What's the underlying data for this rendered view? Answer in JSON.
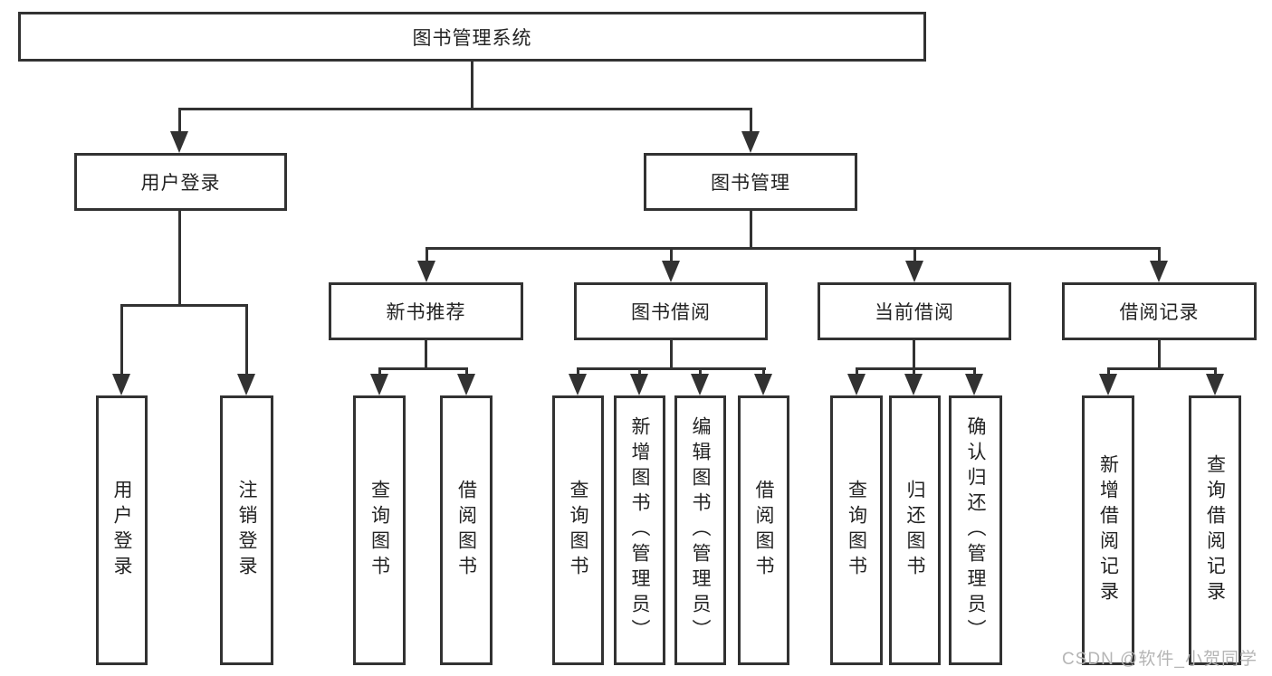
{
  "diagram_type": "hierarchy-tree",
  "colors": {
    "line": "#323232",
    "text": "#232323",
    "watermark": "#b5b5b5",
    "background": "#ffffff"
  },
  "tree": {
    "root": {
      "label": "图书管理系统",
      "children": [
        {
          "label": "用户登录",
          "children": [
            {
              "label": "用户登录"
            },
            {
              "label": "注销登录"
            }
          ]
        },
        {
          "label": "图书管理",
          "children": [
            {
              "label": "新书推荐",
              "children": [
                {
                  "label": "查询图书"
                },
                {
                  "label": "借阅图书"
                }
              ]
            },
            {
              "label": "图书借阅",
              "children": [
                {
                  "label": "查询图书"
                },
                {
                  "label": "新增图书（管理员）"
                },
                {
                  "label": "编辑图书（管理员）"
                },
                {
                  "label": "借阅图书"
                }
              ]
            },
            {
              "label": "当前借阅",
              "children": [
                {
                  "label": "查询图书"
                },
                {
                  "label": "归还图书"
                },
                {
                  "label": "确认归还（管理员）"
                }
              ]
            },
            {
              "label": "借阅记录",
              "children": [
                {
                  "label": "新增借阅记录"
                },
                {
                  "label": "查询借阅记录"
                }
              ]
            }
          ]
        }
      ]
    }
  },
  "watermark": {
    "text": "CSDN @软件_小贺同学"
  }
}
